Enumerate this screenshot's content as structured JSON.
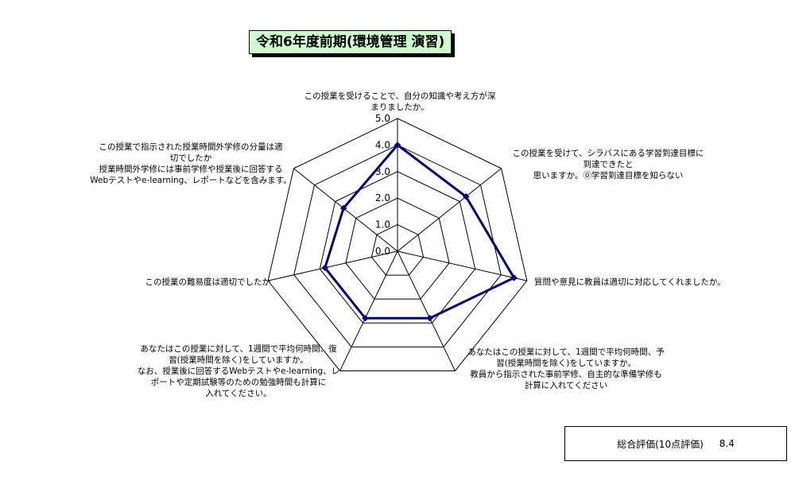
{
  "chart_data": {
    "type": "radar",
    "title": "令和6年度前期(環境管理 演習)",
    "rlim": [
      0,
      5
    ],
    "ticks": [
      "0.0",
      "1.0",
      "2.0",
      "3.0",
      "4.0",
      "5.0"
    ],
    "grid": true,
    "color": "#00007f",
    "axes": [
      {
        "lines": [
          "この授業を受けることで、自分の知識や考え方が深",
          "まりましたか。"
        ]
      },
      {
        "lines": [
          "この授業を受けて、シラバスにある学習到達目標に",
          "到達できたと",
          "思いますか。⓪学習到達目標を知らない"
        ]
      },
      {
        "lines": [
          "質問や意見に教員は適切に対応してくれましたか。"
        ]
      },
      {
        "lines": [
          "あなたはこの授業に対して、1週間で平均何時間、予",
          "習(授業時間を除く)をしていますか。",
          "教員から指示された事前学修、自主的な準備学修も",
          "計算に入れてください"
        ]
      },
      {
        "lines": [
          "あなたはこの授業に対して、1週間で平均何時間、復",
          "習(授業時間を除く)をしていますか。",
          "なお、授業後に回答するWebテストやe-learning、レ",
          "ポートや定期試験等のための勉強時間も計算に",
          "入れてください。"
        ]
      },
      {
        "lines": [
          "この授業の難易度は適切でしたか"
        ]
      },
      {
        "lines": [
          "この授業で指示された授業時間外学修の分量は適",
          "切でしたか",
          "授業時間外学修には事前学修や授業後に回答する",
          "Webテストやe-learning、レポートなどを含みます。"
        ]
      }
    ],
    "values": [
      4.0,
      3.3,
      4.5,
      2.8,
      2.8,
      2.8,
      2.6
    ]
  },
  "summary": {
    "label": "総合評価(10点評価)",
    "value": "8.4"
  }
}
